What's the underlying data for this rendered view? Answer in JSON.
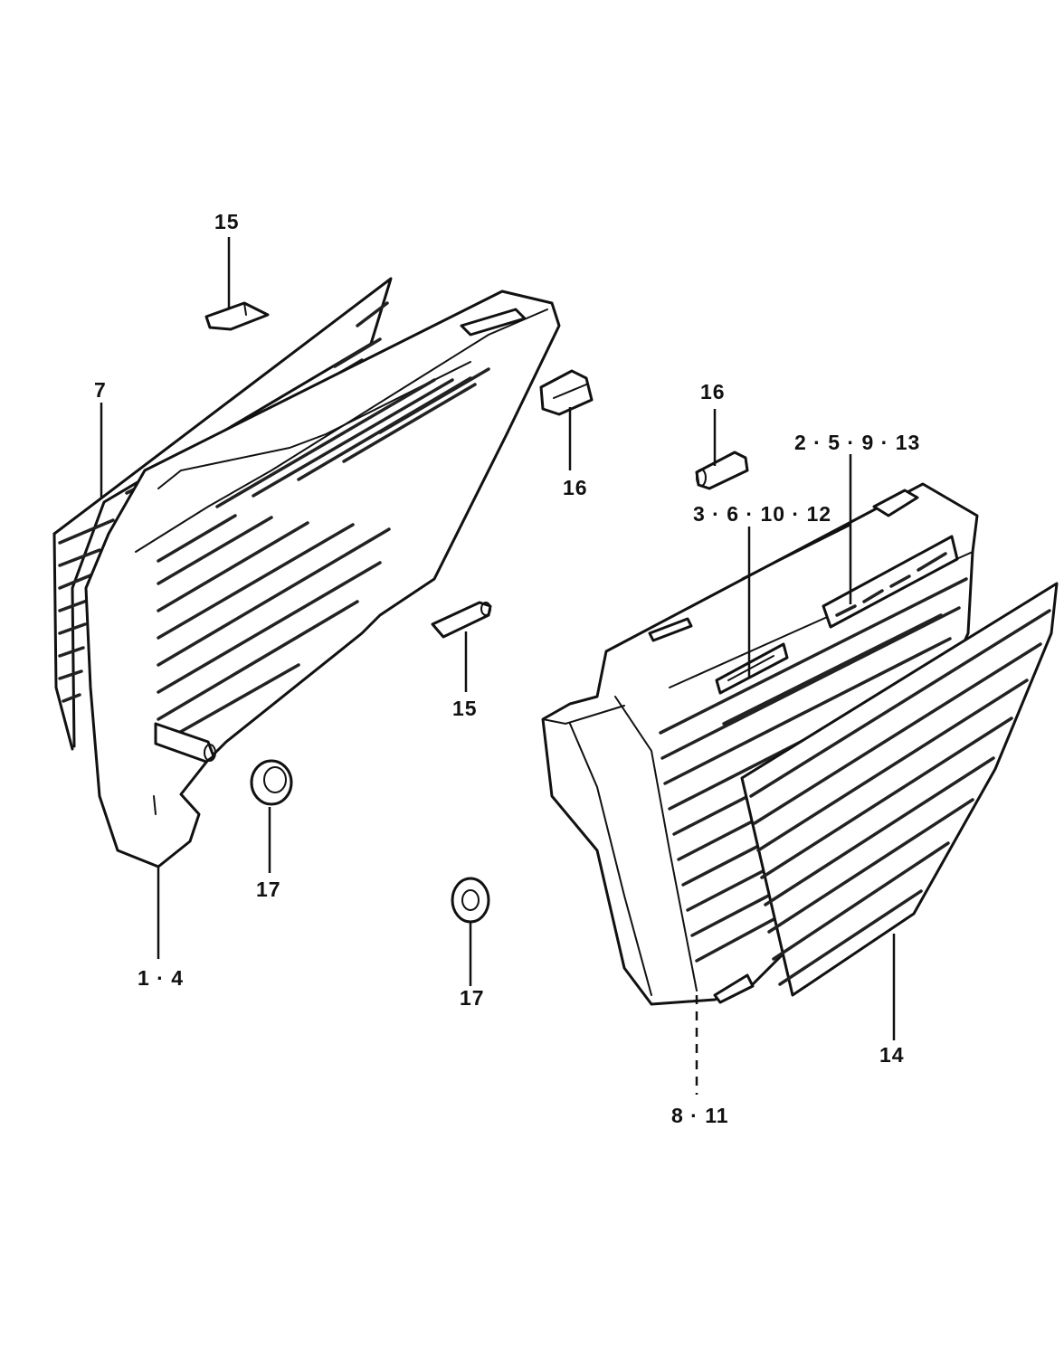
{
  "callouts": {
    "c15_top": "15",
    "c7": "7",
    "c16_left": "16",
    "c16_right": "16",
    "c2_5_9_13": "2 · 5 · 9 · 13",
    "c3_6_10_12": "3 · 6 · 10 · 12",
    "c15_mid": "15",
    "c17_left": "17",
    "c17_mid": "17",
    "c1_4": "1 · 4",
    "c14": "14",
    "c8_11": "8 · 11"
  }
}
